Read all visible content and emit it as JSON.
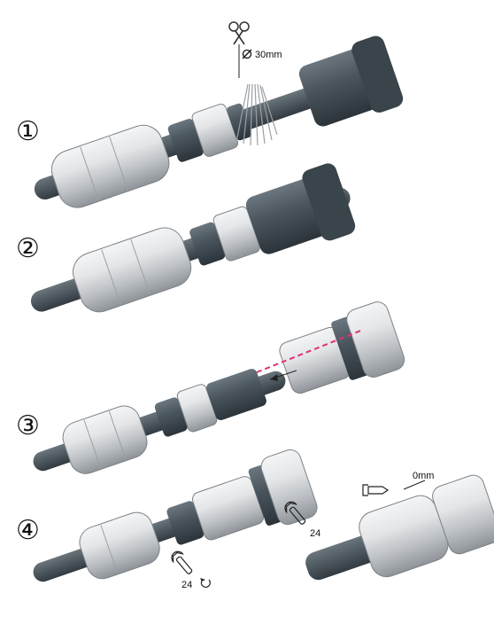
{
  "steps": [
    "①",
    "②",
    "③",
    "④"
  ],
  "labels": {
    "cut_diameter": "30mm",
    "wrench_size_right": "24",
    "wrench_size_bottom": "24",
    "gap": "0mm"
  },
  "icons": {
    "cut": "scissors-icon",
    "diameter": "diameter-symbol-icon",
    "wrench": "wrench-icon",
    "rotate": "rotate-arrow-icon",
    "hand": "pointing-hand-icon"
  },
  "colors": {
    "cable": "#4f5a62",
    "dark_part": "#3e4a52",
    "silver_part": "#d9dcde",
    "alignment_line": "#e0307a"
  }
}
